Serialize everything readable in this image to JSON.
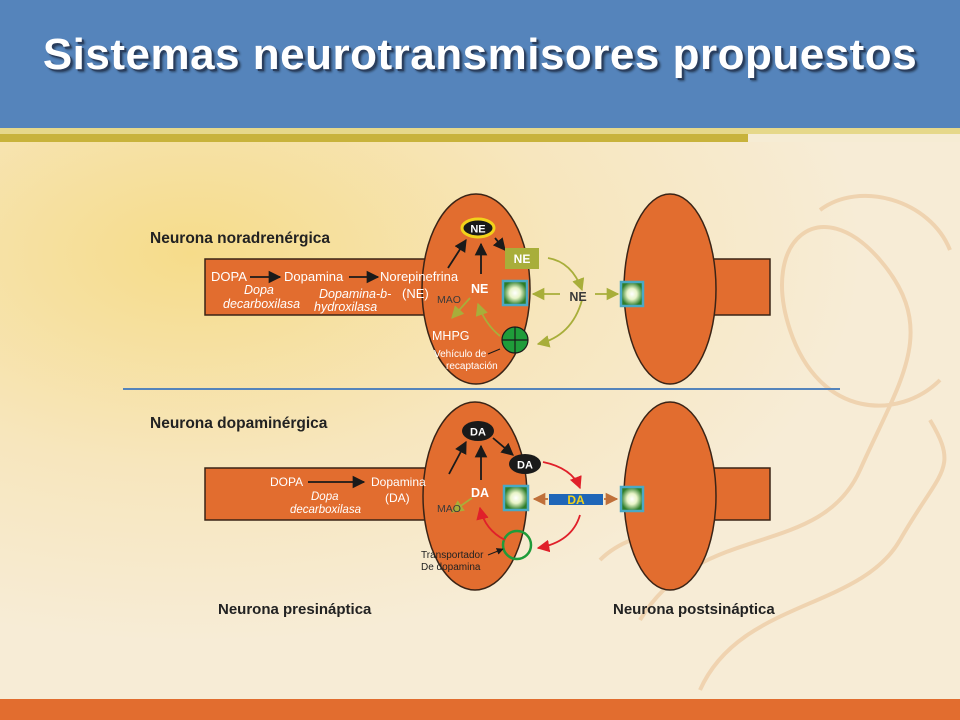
{
  "slide": {
    "title": "Sistemas neurotransmisores propuestos"
  },
  "colors": {
    "header_bg": "#5584bb",
    "neuron_fill": "#e26d2f",
    "ne_accent": "#a8ae3a",
    "da_pathway": "#e0202a",
    "receptor_border": "#4aa9c4",
    "transporter_green": "#1f9c3a",
    "divider": "#5584bb",
    "footer_bar": "#e26d2f"
  },
  "noradrenergic": {
    "label": "Neurona noradrenérgica",
    "dopa": "DOPA",
    "dopamina": "Dopamina",
    "norepinefrina": "Norepinefrina",
    "ne_paren": "(NE)",
    "enzyme1_line1": "Dopa",
    "enzyme1_line2": "decarboxilasa",
    "enzyme2_line1": "Dopamina-b-",
    "enzyme2_line2": "hydroxilasa",
    "vesicle": "NE",
    "released": "NE",
    "intracellular": "NE",
    "mao": "MAO",
    "mhpg": "MHPG",
    "synaptic": "NE",
    "transporter_line1": "Vehículo de",
    "transporter_line2": "recaptación"
  },
  "dopaminergic": {
    "label": "Neurona dopaminérgica",
    "dopa": "DOPA",
    "dopamina": "Dopamina",
    "da_paren": "(DA)",
    "enzyme_line1": "Dopa",
    "enzyme_line2": "decarboxilasa",
    "vesicle": "DA",
    "released": "DA",
    "intracellular": "DA",
    "mao": "MAO",
    "synaptic": "DA",
    "transporter_line1": "Transportador",
    "transporter_line2": "De dopamina"
  },
  "labels": {
    "presynaptic": "Neurona presináptica",
    "postsynaptic": "Neurona postsináptica"
  }
}
